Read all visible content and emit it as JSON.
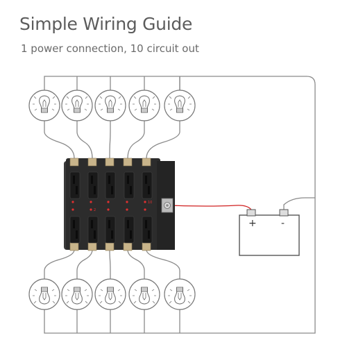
{
  "header": {
    "title": "Simple Wiring Guide",
    "subtitle": "1 power connection, 10 circuit out"
  },
  "battery": {
    "positive_label": "+",
    "negative_label": "-"
  },
  "fuse_box": {
    "top_fuse_count": 5,
    "bottom_fuse_count": 5,
    "top_numbers": [
      "",
      "",
      "",
      "",
      "10"
    ],
    "bottom_numbers": [
      "",
      "2",
      "",
      "",
      ""
    ]
  },
  "bulbs": {
    "top_count": 5,
    "bottom_count": 5
  },
  "colors": {
    "wire": "#8a8a8a",
    "fuse_block": "#2c2c2c",
    "fuse_blade": "#1a1a1a",
    "terminal": "#c8b48a",
    "indicator_led": "#e03030",
    "positive_wire": "#d02020"
  }
}
